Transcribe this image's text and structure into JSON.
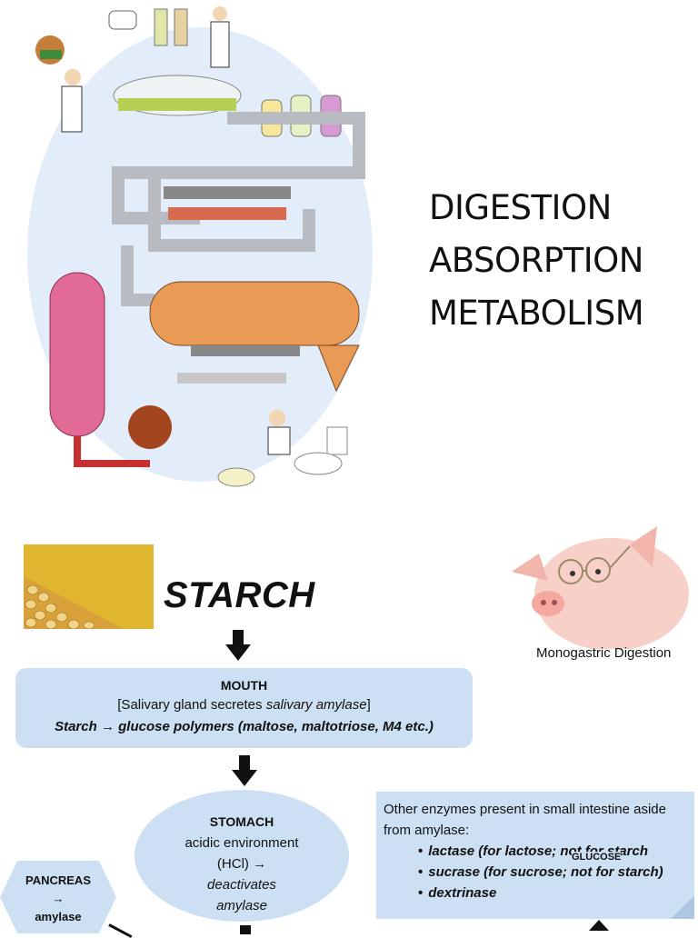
{
  "title": {
    "lines": [
      "DIGESTION",
      "ABSORPTION",
      "METABOLISM"
    ]
  },
  "starch": {
    "heading": "STARCH"
  },
  "pig": {
    "caption": "Monogastric Digestion"
  },
  "mouth": {
    "title": "MOUTH",
    "desc_prefix": "[Salivary gland secretes ",
    "desc_enzyme": "salivary amylase",
    "desc_suffix": "]",
    "reaction": "Starch → glucose polymers (maltose, maltotriose, M4 etc.)"
  },
  "stomach": {
    "title": "STOMACH",
    "line1": "acidic environment",
    "line2": "(HCl) →",
    "line3": "deactivates",
    "line4": "amylase"
  },
  "pancreas": {
    "title": "PANCREAS",
    "arrow": "→",
    "enzyme": "amylase"
  },
  "enzyme_note": {
    "intro": "Other enzymes present in small intestine aside from amylase:",
    "items": [
      "lactase (for lactose; not for starch",
      "sucrase (for sucrose; not for starch)",
      "dextrinase"
    ],
    "overlay_tag": "GLUCOSE"
  },
  "colors": {
    "box_fill": "#cde0f3",
    "arrow": "#111111"
  }
}
